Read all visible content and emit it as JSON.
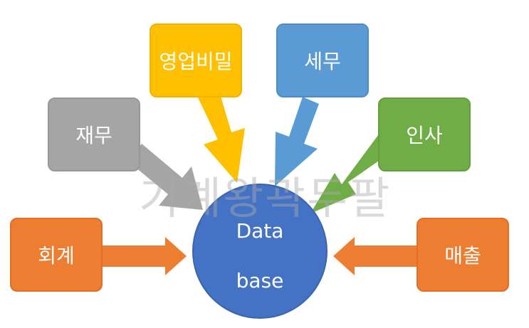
{
  "colors": {
    "orange": "#ed7d31",
    "gray": "#a5a5a5",
    "gold": "#ffc000",
    "blue": "#5b9bd5",
    "green": "#70ad47",
    "database": "#4472c4"
  },
  "center": {
    "line1": "Data",
    "line2": "base"
  },
  "nodes": {
    "accounting": "회계",
    "finance": "재무",
    "trade_secret": "영업비밀",
    "tax": "세무",
    "hr": "인사",
    "sales": "매출"
  },
  "watermark": "기계왕곽두팔"
}
